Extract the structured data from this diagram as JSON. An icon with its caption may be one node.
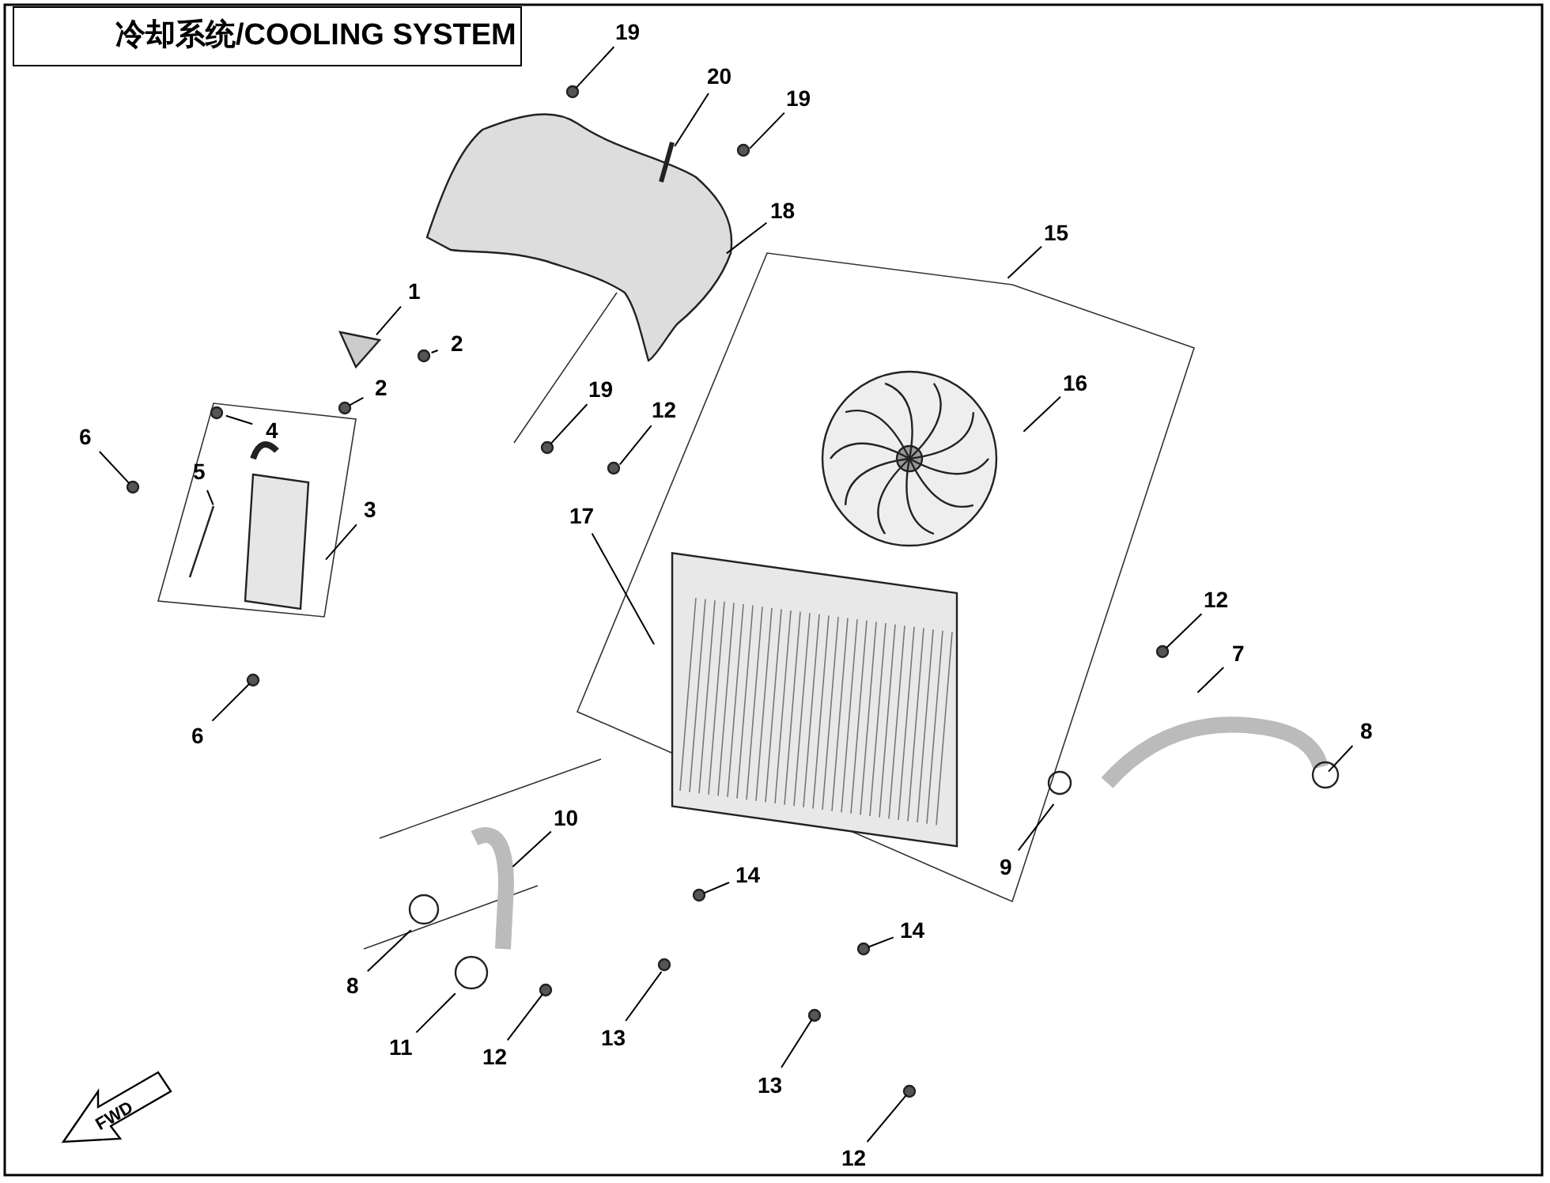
{
  "diagram": {
    "title": "冷却系统/COOLING SYSTEM",
    "nodes": [
      {
        "text": [
          "19"
        ]
      },
      {
        "text": [
          "20"
        ]
      },
      {
        "text": [
          "19"
        ]
      },
      {
        "text": [
          "18"
        ]
      },
      {
        "text": [
          "15"
        ]
      },
      {
        "text": [
          "1"
        ]
      },
      {
        "text": [
          "2"
        ]
      },
      {
        "text": [
          "2"
        ]
      },
      {
        "text": [
          "16"
        ]
      },
      {
        "text": [
          "19"
        ]
      },
      {
        "text": [
          "12"
        ]
      },
      {
        "text": [
          "4"
        ]
      },
      {
        "text": [
          "6"
        ]
      },
      {
        "text": [
          "5"
        ]
      },
      {
        "text": [
          "3"
        ]
      },
      {
        "text": [
          "17"
        ]
      },
      {
        "text": [
          "12"
        ]
      },
      {
        "text": [
          "7"
        ]
      },
      {
        "text": [
          "8"
        ]
      },
      {
        "text": [
          "6"
        ]
      },
      {
        "text": [
          "10"
        ]
      },
      {
        "text": [
          "9"
        ]
      },
      {
        "text": [
          "14"
        ]
      },
      {
        "text": [
          "14"
        ]
      },
      {
        "text": [
          "8"
        ]
      },
      {
        "text": [
          "11"
        ]
      },
      {
        "text": [
          "12"
        ]
      },
      {
        "text": [
          "13"
        ]
      },
      {
        "text": [
          "13"
        ]
      },
      {
        "text": [
          "12"
        ]
      }
    ],
    "edges": [
      {
        "from": 0,
        "to": null,
        "arrow": "none"
      },
      {
        "from": 1,
        "to": null,
        "arrow": "none"
      },
      {
        "from": 2,
        "to": null,
        "arrow": "none"
      },
      {
        "from": 3,
        "to": null,
        "arrow": "none"
      },
      {
        "from": 4,
        "to": null,
        "arrow": "none"
      },
      {
        "from": 5,
        "to": null,
        "arrow": "none"
      },
      {
        "from": 6,
        "to": null,
        "arrow": "none"
      },
      {
        "from": 7,
        "to": null,
        "arrow": "none"
      },
      {
        "from": 8,
        "to": null,
        "arrow": "none"
      },
      {
        "from": 9,
        "to": null,
        "arrow": "none"
      },
      {
        "from": 10,
        "to": null,
        "arrow": "none"
      },
      {
        "from": 11,
        "to": null,
        "arrow": "none"
      },
      {
        "from": 12,
        "to": null,
        "arrow": "none"
      },
      {
        "from": 13,
        "to": null,
        "arrow": "none"
      },
      {
        "from": 14,
        "to": null,
        "arrow": "none"
      },
      {
        "from": 15,
        "to": null,
        "arrow": "none"
      },
      {
        "from": 16,
        "to": null,
        "arrow": "none"
      },
      {
        "from": 17,
        "to": null,
        "arrow": "none"
      },
      {
        "from": 18,
        "to": null,
        "arrow": "none"
      },
      {
        "from": 19,
        "to": null,
        "arrow": "none"
      },
      {
        "from": 20,
        "to": null,
        "arrow": "none"
      },
      {
        "from": 21,
        "to": null,
        "arrow": "none"
      },
      {
        "from": 22,
        "to": null,
        "arrow": "none"
      },
      {
        "from": 23,
        "to": null,
        "arrow": "none"
      },
      {
        "from": 24,
        "to": null,
        "arrow": "none"
      },
      {
        "from": 25,
        "to": null,
        "arrow": "none"
      },
      {
        "from": 26,
        "to": null,
        "arrow": "none"
      },
      {
        "from": 27,
        "to": null,
        "arrow": "none"
      },
      {
        "from": 28,
        "to": null,
        "arrow": "none"
      },
      {
        "from": 29,
        "to": null,
        "arrow": "none"
      }
    ],
    "labels": [
      "FWD"
    ]
  }
}
